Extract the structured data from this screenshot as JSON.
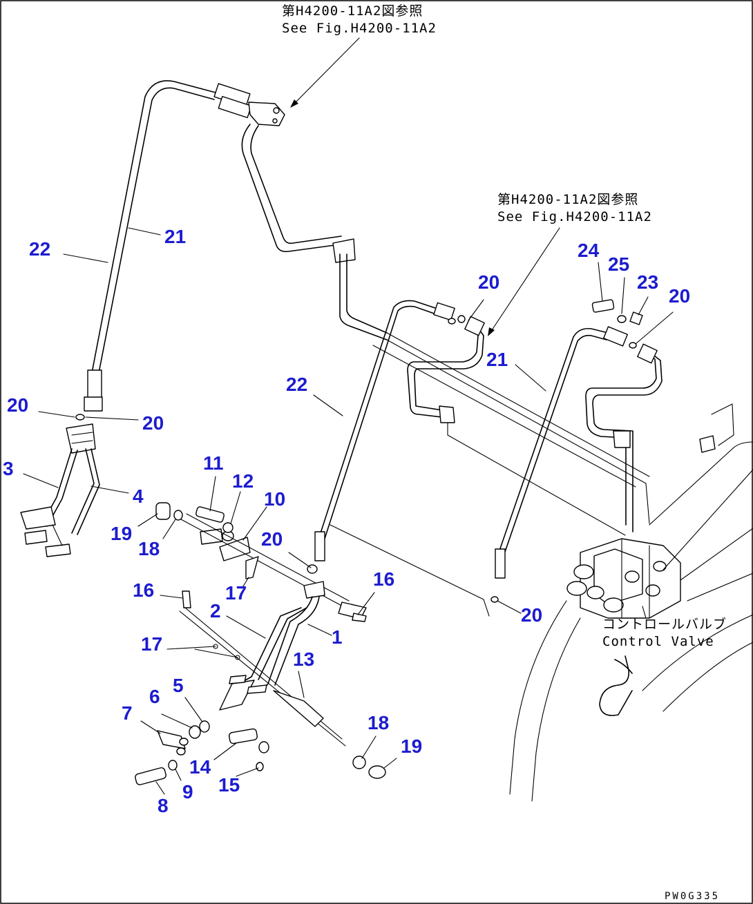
{
  "references": {
    "top_jp": "第H4200-11A2図参照",
    "top_en": "See Fig.H4200-11A2",
    "mid_jp": "第H4200-11A2図参照",
    "mid_en": "See Fig.H4200-11A2"
  },
  "control_valve": {
    "jp": "コントロールバルブ",
    "en": "Control Valve"
  },
  "drawing_code": "PW0G335",
  "callouts": {
    "c22a": "22",
    "c21a": "21",
    "c20a": "20",
    "c20b": "20",
    "c3": "3",
    "c4": "4",
    "c11": "11",
    "c12": "12",
    "c10": "10",
    "c19a": "19",
    "c18a": "18",
    "c20c": "20",
    "c17a": "17",
    "c16a": "16",
    "c2": "2",
    "c16b": "16",
    "c1": "1",
    "c17b": "17",
    "c13": "13",
    "c5": "5",
    "c6": "6",
    "c7": "7",
    "c18b": "18",
    "c19b": "19",
    "c14": "14",
    "c9": "9",
    "c15": "15",
    "c8": "8",
    "c22b": "22",
    "c20d": "20",
    "c21b": "21",
    "c24": "24",
    "c25": "25",
    "c23": "23",
    "c20e": "20",
    "c20f": "20"
  }
}
